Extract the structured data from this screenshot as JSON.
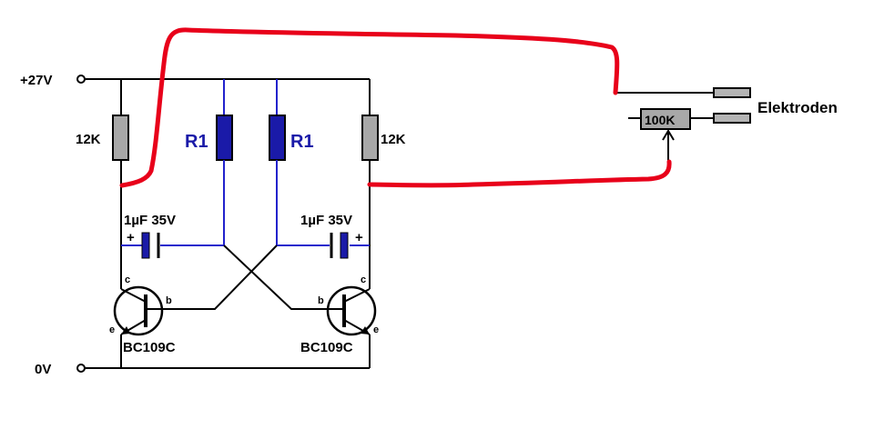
{
  "labels": {
    "supply_positive": "+27V",
    "supply_ground": "0V",
    "collector_resistor_left": "12K",
    "collector_resistor_right": "12K",
    "base_resistor_left": "R1",
    "base_resistor_right": "R1",
    "capacitor_left": "1µF 35V",
    "capacitor_right": "1µF 35V",
    "cap_plus_left": "+",
    "cap_plus_right": "+",
    "transistor_left": "BC109C",
    "transistor_right": "BC109C",
    "pin_c_left": "c",
    "pin_b_left": "b",
    "pin_e_left": "e",
    "pin_c_right": "c",
    "pin_b_right": "b",
    "pin_e_right": "e",
    "potentiometer": "100K",
    "electrodes": "Elektroden"
  },
  "colors": {
    "wire": "#000000",
    "blue_wire": "#2222cc",
    "resistor_gray": "#a8a8a8",
    "resistor_blue": "#1a1aa8",
    "red_wire": "#e8001a",
    "electrode_fill": "#b4b4b4"
  }
}
